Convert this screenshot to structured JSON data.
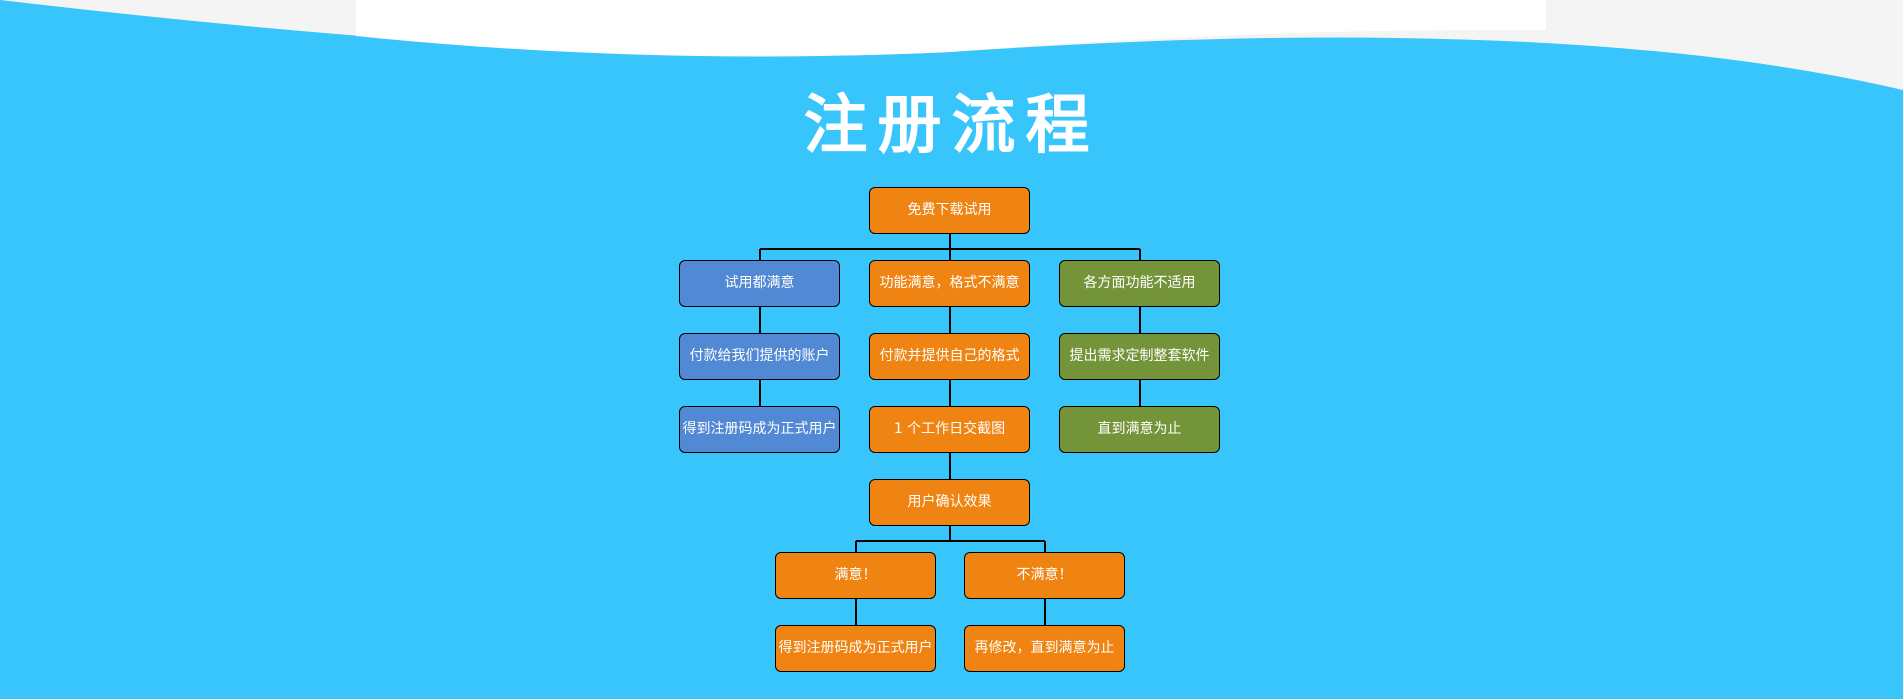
{
  "title": "注册流程",
  "colors": {
    "background": "#38c5fb",
    "orange": "#ef8413",
    "blue": "#5289d5",
    "green": "#74943a"
  },
  "flow": {
    "root": "免费下载试用",
    "branch_satisfied": [
      "试用都满意",
      "付款给我们提供的账户",
      "得到注册码成为正式用户"
    ],
    "branch_format": [
      "功能满意，格式不满意",
      "付款并提供自己的格式",
      "1 个工作日交截图"
    ],
    "branch_custom": [
      "各方面功能不适用",
      "提出需求定制整套软件",
      "直到满意为止"
    ],
    "confirm": "用户确认效果",
    "result_ok": [
      "满意！",
      "得到注册码成为正式用户"
    ],
    "result_not_ok": [
      "不满意！",
      "再修改，直到满意为止"
    ]
  }
}
